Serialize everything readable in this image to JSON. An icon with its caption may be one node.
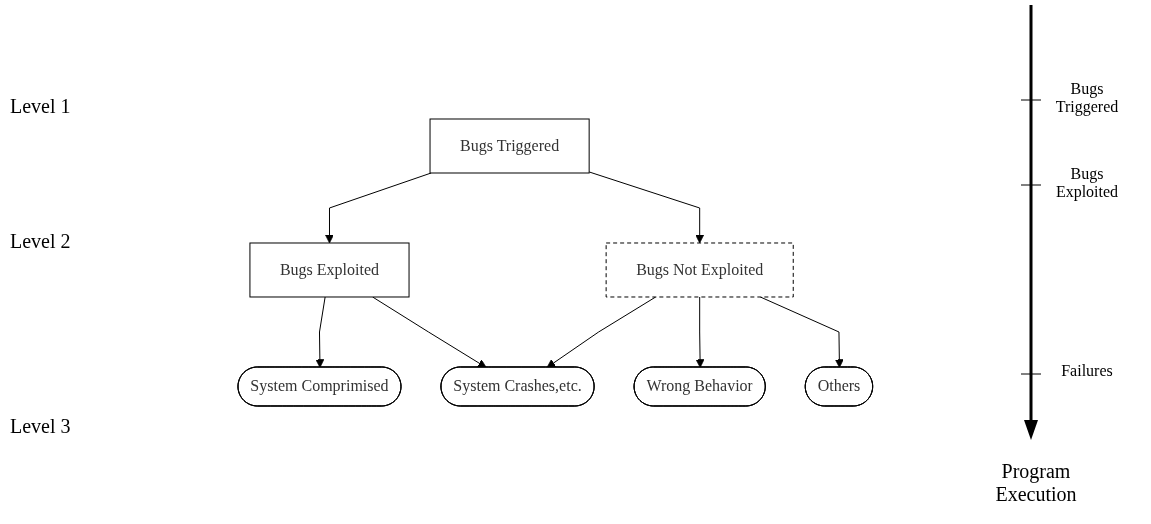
{
  "diagram": {
    "nodes": [
      {
        "text": [
          "Bugs Triggered"
        ]
      },
      {
        "text": [
          "Bugs Exploited"
        ]
      },
      {
        "text": [
          "Bugs Not Exploited"
        ]
      },
      {
        "text": [
          "System Comprimised"
        ]
      },
      {
        "text": [
          "System Crashes,etc."
        ]
      },
      {
        "text": [
          "Wrong Behavior"
        ]
      },
      {
        "text": [
          "Others"
        ]
      }
    ],
    "edges": [
      {
        "from": 0,
        "to": 1,
        "arrow": "to"
      },
      {
        "from": 0,
        "to": 2,
        "arrow": "to"
      },
      {
        "from": 1,
        "to": 3,
        "arrow": "to"
      },
      {
        "from": 1,
        "to": 4,
        "arrow": "to"
      },
      {
        "from": 2,
        "to": 4,
        "arrow": "to"
      },
      {
        "from": 2,
        "to": 5,
        "arrow": "to"
      },
      {
        "from": 2,
        "to": 6,
        "arrow": "to"
      }
    ],
    "labels": [
      "Level 1",
      "Level 2",
      "Level 3",
      "Bugs Triggered",
      "Bugs Exploited",
      "Failures",
      "Program Execution"
    ]
  }
}
